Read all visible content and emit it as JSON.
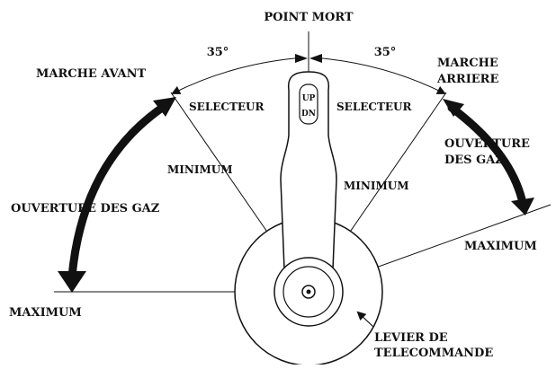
{
  "diagram": {
    "top_label": "POINT MORT",
    "angle_left": "35°",
    "angle_right": "35°",
    "forward_label": "MARCHE AVANT",
    "reverse_label_line1": "MARCHE",
    "reverse_label_line2": "ARRIERE",
    "selector_left": "SELECTEUR",
    "selector_right": "SELECTEUR",
    "minimum_left": "MINIMUM",
    "minimum_right": "MINIMUM",
    "throttle_left": "OUVERTURE DES GAZ",
    "throttle_right_line1": "OUVERTURE",
    "throttle_right_line2": "DES GAZ",
    "maximum_left": "MAXIMUM",
    "maximum_right": "MAXIMUM",
    "lever_line1": "LEVIER DE",
    "lever_line2": "TELECOMMANDE",
    "button_up": "UP",
    "button_down": "DN",
    "colors": {
      "ink": "#111111",
      "background": "#ffffff"
    }
  }
}
